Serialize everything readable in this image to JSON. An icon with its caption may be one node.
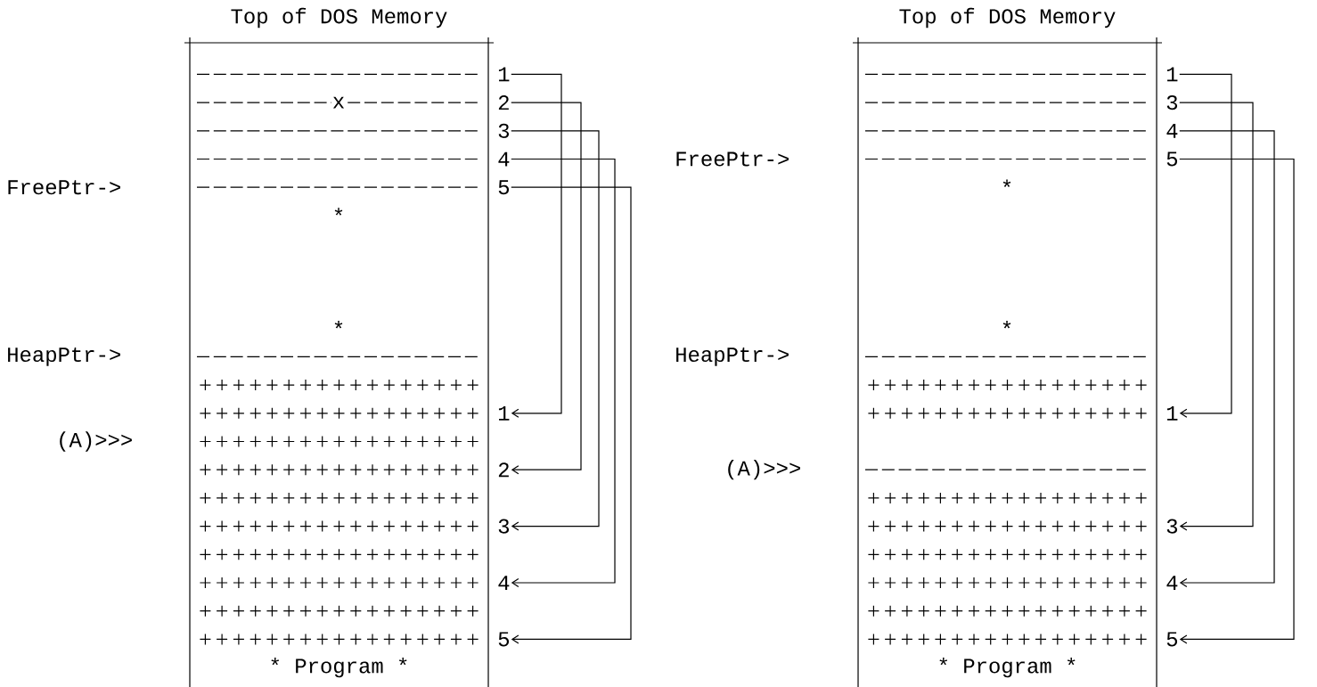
{
  "diagram": {
    "nodes": [
      {
        "text": [
          "Top of DOS Memory",
          "* Program *"
        ]
      },
      {
        "text": [
          "Top of DOS Memory",
          "* Program *"
        ]
      },
      {
        "text": [
          "1"
        ]
      },
      {
        "text": [
          "2"
        ]
      },
      {
        "text": [
          "3"
        ]
      },
      {
        "text": [
          "4"
        ]
      },
      {
        "text": [
          "5"
        ]
      },
      {
        "text": [
          "1"
        ]
      },
      {
        "text": [
          "2"
        ]
      },
      {
        "text": [
          "3"
        ]
      },
      {
        "text": [
          "4"
        ]
      },
      {
        "text": [
          "5"
        ]
      },
      {
        "text": [
          "1"
        ]
      },
      {
        "text": [
          "3"
        ]
      },
      {
        "text": [
          "4"
        ]
      },
      {
        "text": [
          "5"
        ]
      },
      {
        "text": [
          "1"
        ]
      },
      {
        "text": [
          "3"
        ]
      },
      {
        "text": [
          "4"
        ]
      },
      {
        "text": [
          "5"
        ]
      }
    ],
    "edges": [
      {
        "from": 2,
        "to": 7,
        "arrow": "to"
      },
      {
        "from": 3,
        "to": 8,
        "arrow": "to"
      },
      {
        "from": 4,
        "to": 9,
        "arrow": "to"
      },
      {
        "from": 5,
        "to": 10,
        "arrow": "to"
      },
      {
        "from": 6,
        "to": 11,
        "arrow": "to"
      },
      {
        "from": 12,
        "to": 16,
        "arrow": "to"
      },
      {
        "from": 13,
        "to": 17,
        "arrow": "to"
      },
      {
        "from": 14,
        "to": 18,
        "arrow": "to"
      },
      {
        "from": 15,
        "to": 19,
        "arrow": "to"
      }
    ],
    "labels": [
      "x",
      "FreePtr->",
      "*",
      "*",
      "HeapPtr->",
      "(A)>>>",
      "FreePtr->",
      "*",
      "*",
      "HeapPtr->",
      "(A)>>>"
    ]
  }
}
